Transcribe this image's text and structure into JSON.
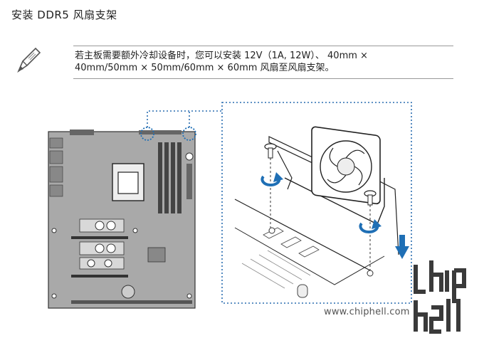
{
  "doc": {
    "title": "安装 DDR5 风扇支架",
    "note_line1": "若主板需要额外冷却设备时，您可以安装 12V（1A, 12W）、 40mm ×",
    "note_line2": "40mm/50mm × 50mm/60mm × 60mm 风扇至风扇支架。"
  },
  "watermark": {
    "url": "www.chiphell.com",
    "logo_text": "chiphell"
  },
  "icons": {
    "note": "pencil-icon"
  },
  "colors": {
    "accent": "#1f6fb5",
    "dotted_frame": "#2a6db0",
    "board_fill": "#a9a9a9",
    "board_stroke": "#333333"
  }
}
